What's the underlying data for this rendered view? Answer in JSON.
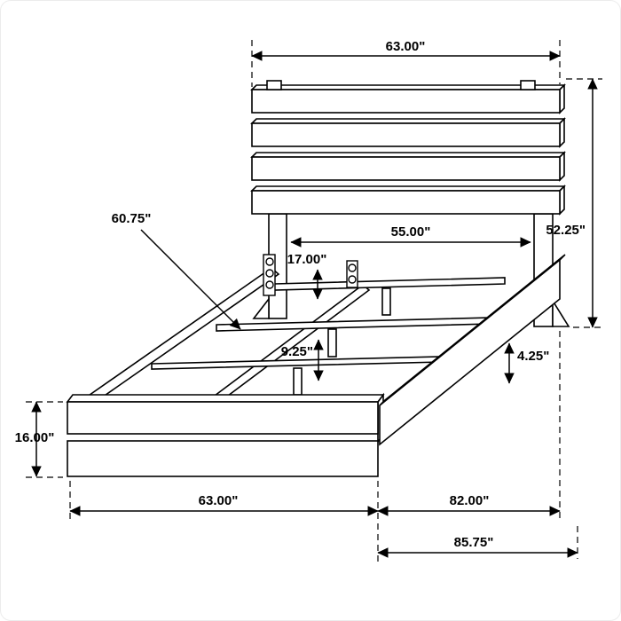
{
  "canvas": {
    "background": "#ffffff",
    "line_color": "#000000"
  },
  "diagram": {
    "dimensions": {
      "headboard_width": "63.00\"",
      "headboard_height": "52.25\"",
      "rail_length": "60.75\"",
      "inner_width": "55.00\"",
      "clearance": "17.00\"",
      "slat_height": "9.25\"",
      "rail_bottom_height": "4.25\"",
      "footboard_height": "16.00\"",
      "footboard_width": "63.00\"",
      "side_span": "82.00\"",
      "overall_length": "85.75\""
    }
  }
}
